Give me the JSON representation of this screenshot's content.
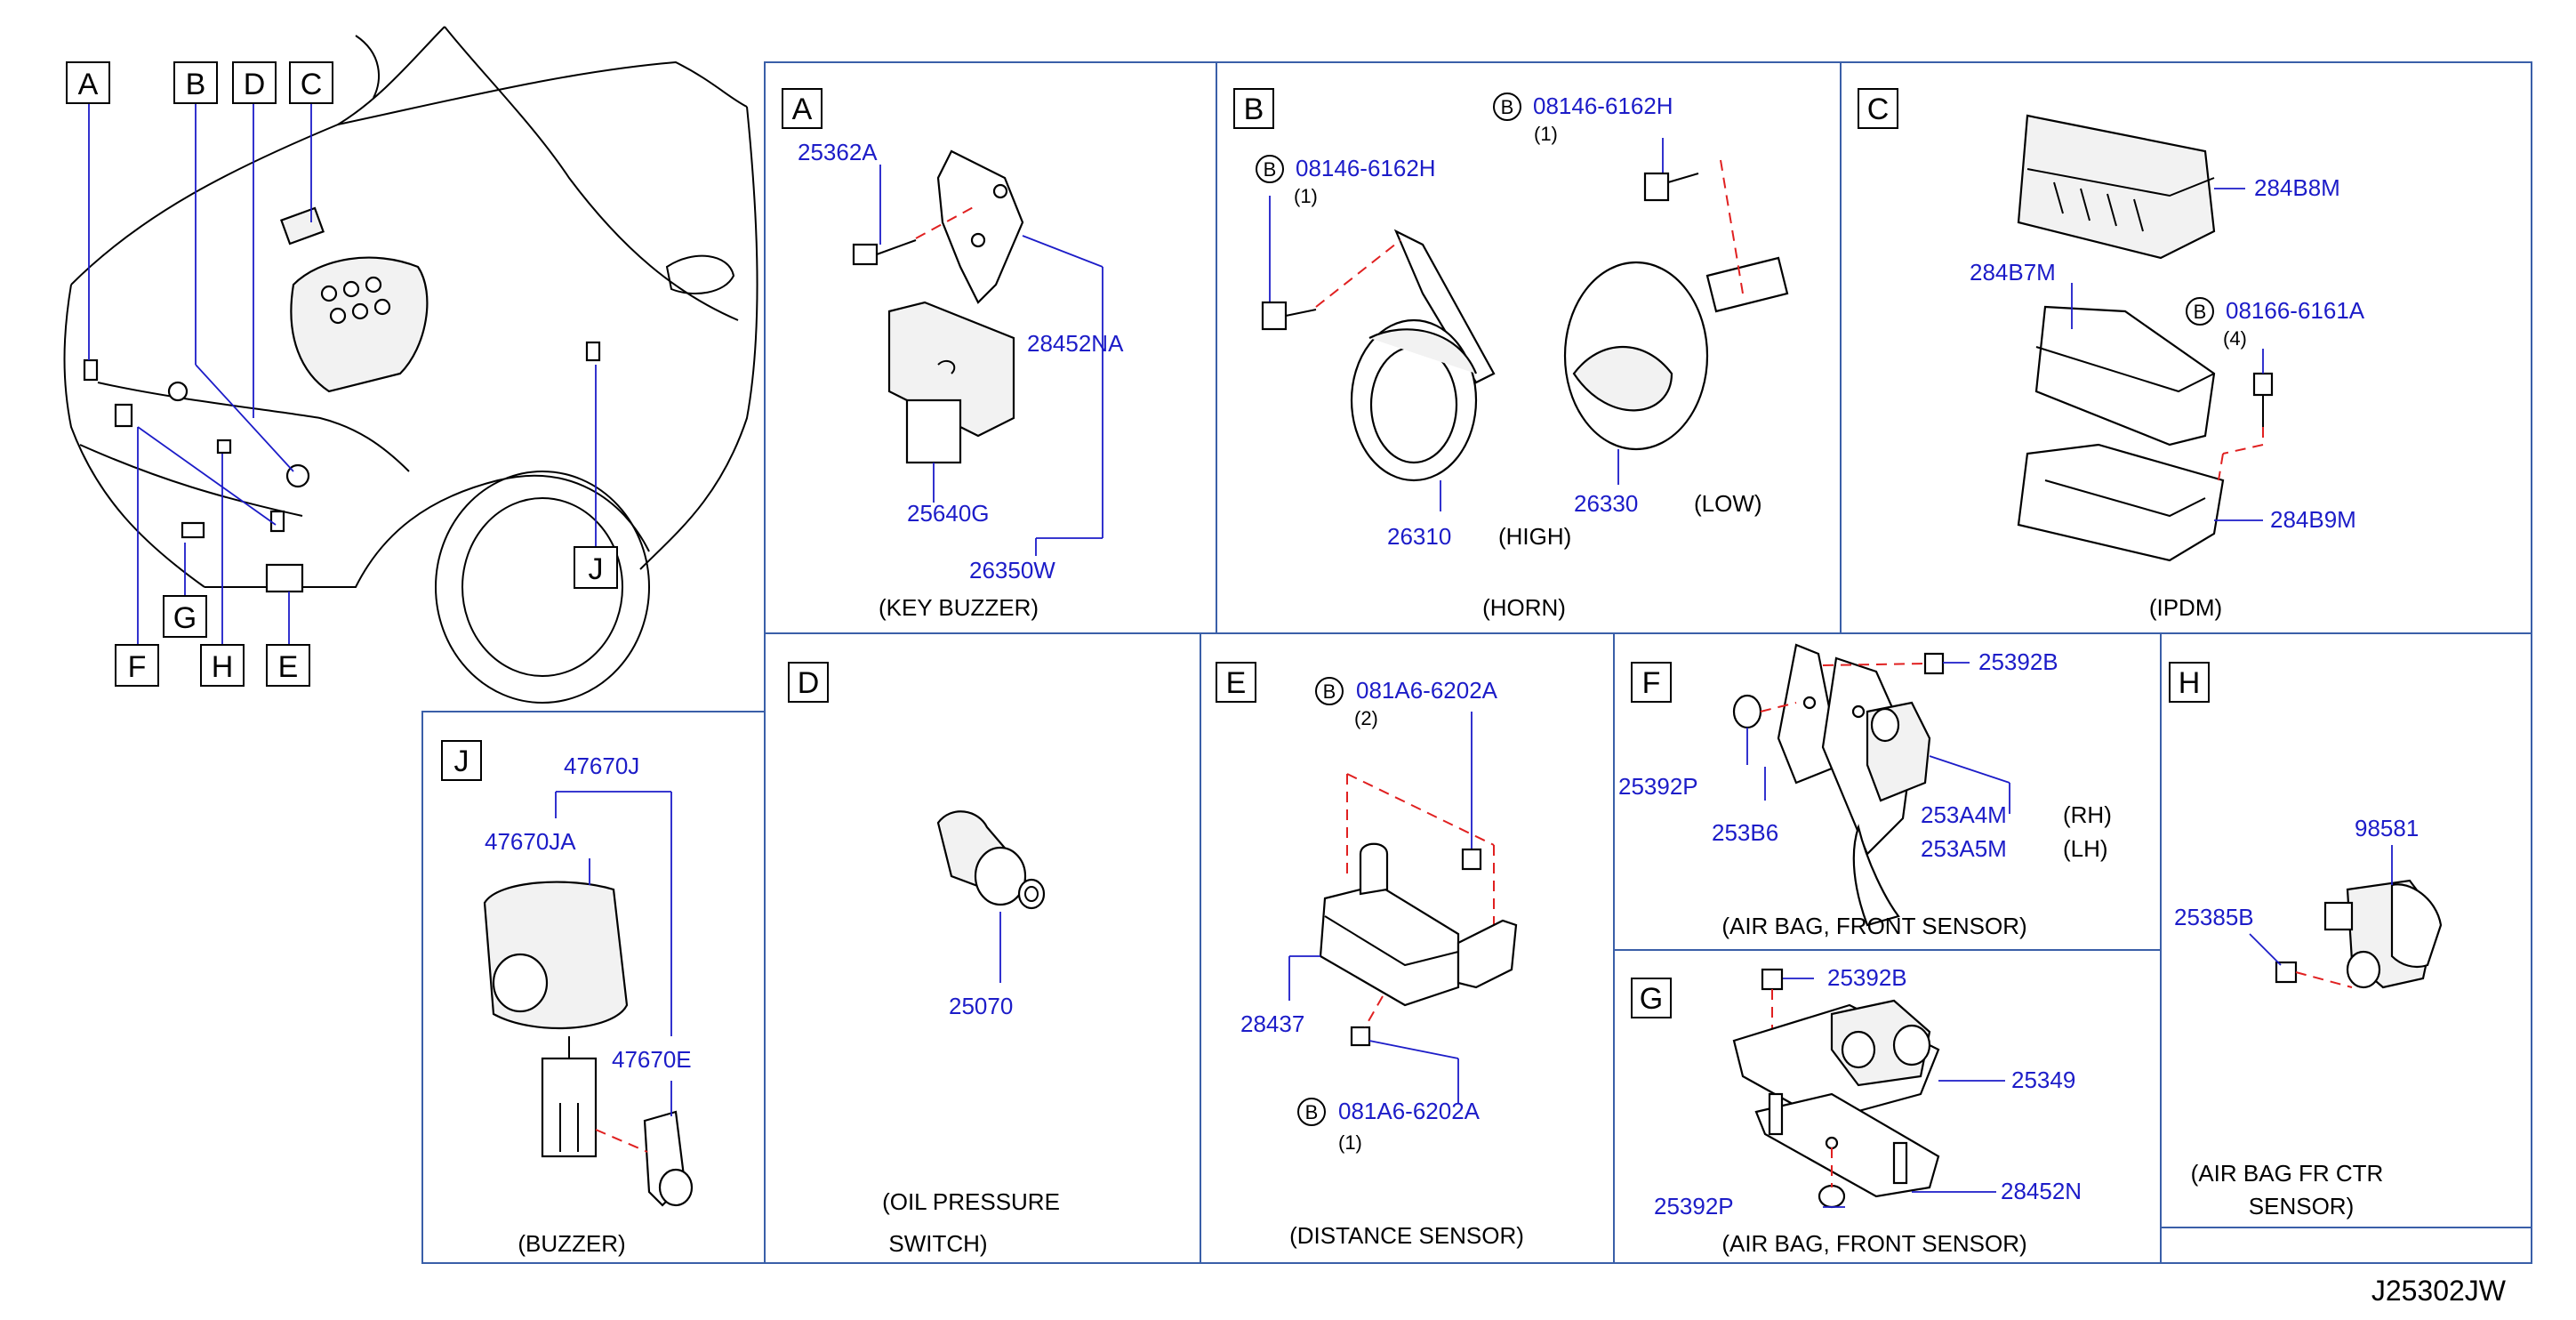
{
  "overview": {
    "callouts": [
      "A",
      "B",
      "D",
      "C",
      "F",
      "G",
      "H",
      "E",
      "J"
    ]
  },
  "panels": {
    "A": {
      "letter": "A",
      "caption": "(KEY   BUZZER)",
      "parts": {
        "p1": "25362A",
        "p2": "28452NA",
        "p3": "25640G",
        "p4": "26350W"
      }
    },
    "B": {
      "letter": "B",
      "caption": "(HORN)",
      "bolt_left": {
        "mark": "B",
        "pn": "08146-6162H",
        "qty": "(1)"
      },
      "bolt_right": {
        "mark": "B",
        "pn": "08146-6162H",
        "qty": "(1)"
      },
      "parts": {
        "p1": "26310",
        "p1_note": "(HIGH)",
        "p2": "26330",
        "p2_note": "(LOW)"
      }
    },
    "C": {
      "letter": "C",
      "caption": "(IPDM)",
      "bolt": {
        "mark": "B",
        "pn": "08166-6161A",
        "qty": "(4)"
      },
      "parts": {
        "p1": "284B8M",
        "p2": "284B7M",
        "p3": "284B9M"
      }
    },
    "D": {
      "letter": "D",
      "caption_line1": "(OIL   PRESSURE",
      "caption_line2": "SWITCH)",
      "parts": {
        "p1": "25070"
      }
    },
    "E": {
      "letter": "E",
      "caption": "(DISTANCE   SENSOR)",
      "bolt_top": {
        "mark": "B",
        "pn": "081A6-6202A",
        "qty": "(2)"
      },
      "bolt_bottom": {
        "mark": "B",
        "pn": "081A6-6202A",
        "qty": "(1)"
      },
      "parts": {
        "p1": "28437"
      }
    },
    "F": {
      "letter": "F",
      "caption": "(AIR   BAG,   FRONT   SENSOR)",
      "parts": {
        "p1": "25392B",
        "p2": "25392P",
        "p3": "253B6",
        "p4": "253A4M",
        "p4_note": "(RH)",
        "p5": "253A5M",
        "p5_note": "(LH)"
      }
    },
    "G": {
      "letter": "G",
      "caption": "(AIR   BAG,   FRONT   SENSOR)",
      "parts": {
        "p1": "25392B",
        "p2": "25349",
        "p3": "25392P",
        "p4": "28452N"
      }
    },
    "H": {
      "letter": "H",
      "caption_line1": "(AIR   BAG   FR   CTR",
      "caption_line2": "SENSOR)",
      "parts": {
        "p1": "98581",
        "p2": "25385B"
      }
    },
    "J": {
      "letter": "J",
      "caption": "(BUZZER)",
      "parts": {
        "p1": "47670J",
        "p2": "47670JA",
        "p3": "47670E"
      }
    }
  },
  "diagram_code": "J25302JW"
}
